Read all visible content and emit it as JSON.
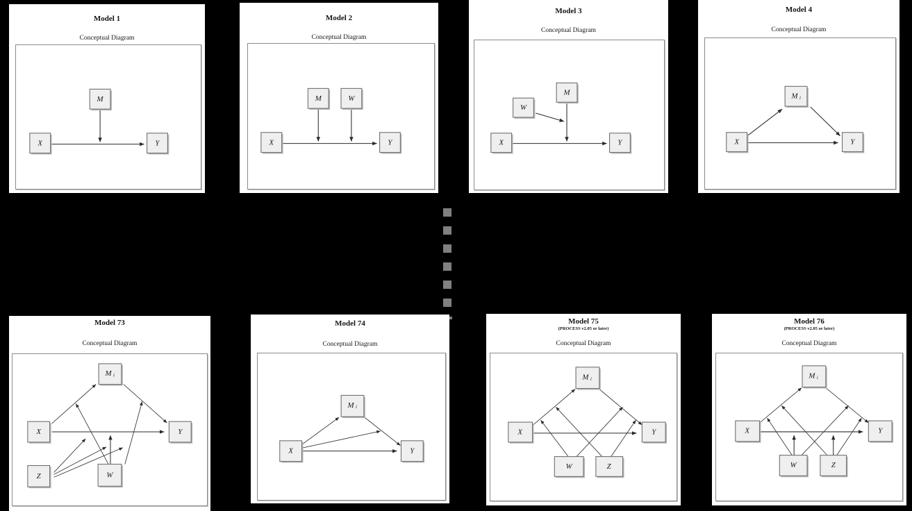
{
  "page": {
    "background": "#000000",
    "panel_background": "#ffffff",
    "node_fill": "#efefef",
    "node_stroke": "#6f6f6f",
    "edge_color": "#2a2a2a"
  },
  "common": {
    "caption": "Conceptual Diagram",
    "process_note": "(PROCESS v2.05 or later)"
  },
  "separator": {
    "name": "vertical-ellipsis",
    "dot_count": 6,
    "dot_color": "#808080"
  },
  "panels": [
    {
      "id": "model-1",
      "title": "Model 1",
      "subtitle": "",
      "caption": "Conceptual Diagram",
      "nodes": [
        {
          "key": "X",
          "label": "X",
          "sub": ""
        },
        {
          "key": "M",
          "label": "M",
          "sub": ""
        },
        {
          "key": "Y",
          "label": "Y",
          "sub": ""
        }
      ],
      "edges": [
        {
          "from": "X",
          "to": "Y"
        },
        {
          "from": "M",
          "to": "XY-path"
        }
      ]
    },
    {
      "id": "model-2",
      "title": "Model 2",
      "subtitle": "",
      "caption": "Conceptual Diagram",
      "nodes": [
        {
          "key": "X",
          "label": "X",
          "sub": ""
        },
        {
          "key": "M",
          "label": "M",
          "sub": ""
        },
        {
          "key": "W",
          "label": "W",
          "sub": ""
        },
        {
          "key": "Y",
          "label": "Y",
          "sub": ""
        }
      ],
      "edges": [
        {
          "from": "X",
          "to": "Y"
        },
        {
          "from": "M",
          "to": "XY-path"
        },
        {
          "from": "W",
          "to": "XY-path"
        }
      ]
    },
    {
      "id": "model-3",
      "title": "Model 3",
      "subtitle": "",
      "caption": "Conceptual Diagram",
      "nodes": [
        {
          "key": "X",
          "label": "X",
          "sub": ""
        },
        {
          "key": "M",
          "label": "M",
          "sub": ""
        },
        {
          "key": "W",
          "label": "W",
          "sub": ""
        },
        {
          "key": "Y",
          "label": "Y",
          "sub": ""
        }
      ],
      "edges": [
        {
          "from": "X",
          "to": "Y"
        },
        {
          "from": "M",
          "to": "XY-path"
        },
        {
          "from": "W",
          "to": "M-path"
        }
      ]
    },
    {
      "id": "model-4",
      "title": "Model 4",
      "subtitle": "",
      "caption": "Conceptual Diagram",
      "nodes": [
        {
          "key": "X",
          "label": "X",
          "sub": ""
        },
        {
          "key": "Mi",
          "label": "M",
          "sub": "i"
        },
        {
          "key": "Y",
          "label": "Y",
          "sub": ""
        }
      ],
      "edges": [
        {
          "from": "X",
          "to": "Mi"
        },
        {
          "from": "Mi",
          "to": "Y"
        },
        {
          "from": "X",
          "to": "Y"
        }
      ]
    },
    {
      "id": "model-73",
      "title": "Model 73",
      "subtitle": "",
      "caption": "Conceptual Diagram",
      "nodes": [
        {
          "key": "X",
          "label": "X",
          "sub": ""
        },
        {
          "key": "Mi",
          "label": "M",
          "sub": "i"
        },
        {
          "key": "Y",
          "label": "Y",
          "sub": ""
        },
        {
          "key": "Z",
          "label": "Z",
          "sub": ""
        },
        {
          "key": "W",
          "label": "W",
          "sub": ""
        }
      ],
      "edges": [
        {
          "from": "X",
          "to": "Mi"
        },
        {
          "from": "Mi",
          "to": "Y"
        },
        {
          "from": "X",
          "to": "Y"
        },
        {
          "from": "W",
          "to": "X-Mi-path"
        },
        {
          "from": "W",
          "to": "Mi-Y-path"
        },
        {
          "from": "W",
          "to": "X-Y-path"
        },
        {
          "from": "Z",
          "to": "X-Mi-path"
        },
        {
          "from": "Z",
          "to": "X-Y-path"
        },
        {
          "from": "Z",
          "to": "Mi-Y-path"
        }
      ]
    },
    {
      "id": "model-74",
      "title": "Model 74",
      "subtitle": "",
      "caption": "Conceptual Diagram",
      "nodes": [
        {
          "key": "X",
          "label": "X",
          "sub": ""
        },
        {
          "key": "Mi",
          "label": "M",
          "sub": "i"
        },
        {
          "key": "Y",
          "label": "Y",
          "sub": ""
        }
      ],
      "edges": [
        {
          "from": "X",
          "to": "Mi"
        },
        {
          "from": "Mi",
          "to": "Y"
        },
        {
          "from": "X",
          "to": "Y"
        },
        {
          "from": "X",
          "to": "Mi-Y-path"
        }
      ]
    },
    {
      "id": "model-75",
      "title": "Model 75",
      "subtitle": "(PROCESS v2.05 or later)",
      "caption": "Conceptual Diagram",
      "nodes": [
        {
          "key": "X",
          "label": "X",
          "sub": ""
        },
        {
          "key": "Mi",
          "label": "M",
          "sub": "i"
        },
        {
          "key": "Y",
          "label": "Y",
          "sub": ""
        },
        {
          "key": "W",
          "label": "W",
          "sub": ""
        },
        {
          "key": "Z",
          "label": "Z",
          "sub": ""
        }
      ],
      "edges": [
        {
          "from": "X",
          "to": "Mi"
        },
        {
          "from": "Mi",
          "to": "Y"
        },
        {
          "from": "X",
          "to": "Y"
        },
        {
          "from": "W",
          "to": "X-Mi-path"
        },
        {
          "from": "W",
          "to": "Mi-Y-path"
        },
        {
          "from": "Z",
          "to": "X-Mi-path"
        },
        {
          "from": "Z",
          "to": "Mi-Y-path"
        }
      ]
    },
    {
      "id": "model-76",
      "title": "Model 76",
      "subtitle": "(PROCESS v2.05 or later)",
      "caption": "Conceptual Diagram",
      "nodes": [
        {
          "key": "X",
          "label": "X",
          "sub": ""
        },
        {
          "key": "Mi",
          "label": "M",
          "sub": "i"
        },
        {
          "key": "Y",
          "label": "Y",
          "sub": ""
        },
        {
          "key": "W",
          "label": "W",
          "sub": ""
        },
        {
          "key": "Z",
          "label": "Z",
          "sub": ""
        }
      ],
      "edges": [
        {
          "from": "X",
          "to": "Mi"
        },
        {
          "from": "Mi",
          "to": "Y"
        },
        {
          "from": "X",
          "to": "Y"
        },
        {
          "from": "W",
          "to": "X-Mi-path"
        },
        {
          "from": "W",
          "to": "Mi-Y-path"
        },
        {
          "from": "W",
          "to": "X-Y-path"
        },
        {
          "from": "Z",
          "to": "X-Mi-path"
        },
        {
          "from": "Z",
          "to": "Mi-Y-path"
        },
        {
          "from": "Z",
          "to": "X-Y-path"
        }
      ]
    }
  ]
}
